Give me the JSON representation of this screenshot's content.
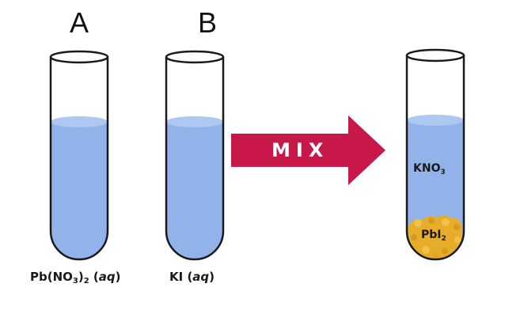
{
  "labels": {
    "tube_a_letter": "A",
    "tube_b_letter": "B",
    "tube_a_formula": {
      "base": "Pb(NO",
      "sub1": "3",
      "mid": ")",
      "sub2": "2",
      "state": "aq"
    },
    "tube_b_formula": {
      "base": "KI",
      "state": "aq"
    },
    "mix_arrow": "MIX",
    "product_solution": {
      "base": "KNO",
      "sub": "3"
    },
    "precipitate": {
      "base": "PbI",
      "sub": "2"
    }
  },
  "colors": {
    "solution": "#92b3ea",
    "solution_surface": "#aec8f2",
    "tube_outline": "#1a1a1a",
    "arrow": "#c8184a",
    "precipitate": "#e6ad2a"
  }
}
